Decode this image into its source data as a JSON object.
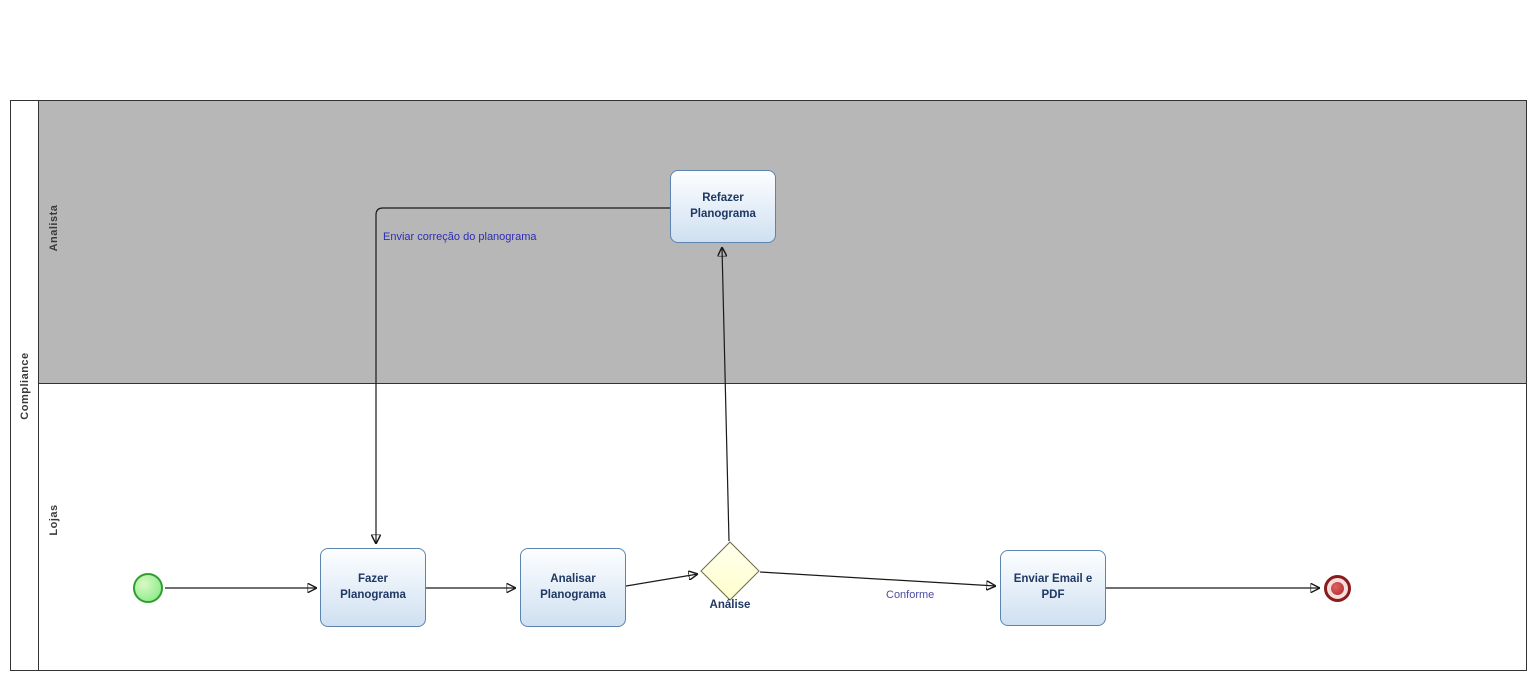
{
  "pool": {
    "name": "Compliance"
  },
  "lanes": [
    {
      "name": "Analista"
    },
    {
      "name": "Lojas"
    }
  ],
  "nodes": {
    "start_event": {
      "type": "start-event"
    },
    "task_fazer": {
      "label": "Fazer Planograma"
    },
    "task_analisar": {
      "label": "Analisar Planograma"
    },
    "gateway_analise": {
      "label": "Análise"
    },
    "task_refazer": {
      "label": "Refazer Planograma"
    },
    "task_enviar": {
      "label": "Enviar Email e PDF"
    },
    "end_event": {
      "type": "end-event"
    }
  },
  "edges": {
    "correcao_label": "Enviar correção do planograma",
    "conforme_label": "Conforme"
  },
  "colors": {
    "lane-gray": "#b7b7b7",
    "task-border": "#5b84b1",
    "task-fill-top": "#fdfeff",
    "task-fill-bottom": "#cfe0f1",
    "task-text": "#1f3864",
    "gateway-fill": "#ffffcc",
    "gateway-border": "#6b6b45",
    "start-fill": "#7ce87c",
    "start-border": "#2f9e2f",
    "end-fill": "#b02a2a",
    "end-border": "#8b1a1a",
    "edge-label": "#2d2db5",
    "flow-stroke": "#1a1a1a"
  }
}
